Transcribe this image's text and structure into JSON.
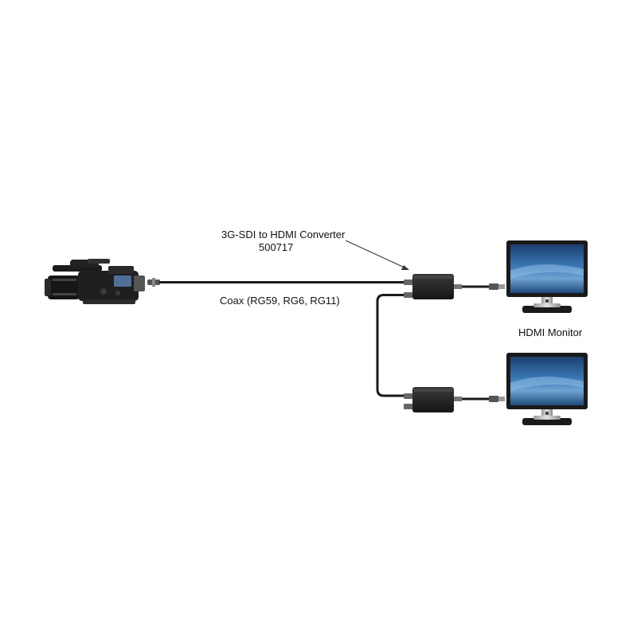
{
  "labels": {
    "converter_name": "3G-SDI to HDMI Converter",
    "converter_part": "500717",
    "cable": "Coax (RG59, RG6, RG11)",
    "monitor": "HDMI Monitor"
  },
  "colors": {
    "background": "#ffffff",
    "cable": "#1a1a1a",
    "device_body": "#222222",
    "screen_blue": "#2f6aa6"
  },
  "icons": {
    "camera": "camcorder-icon",
    "converter": "converter-box-icon",
    "monitor": "lcd-monitor-icon"
  }
}
